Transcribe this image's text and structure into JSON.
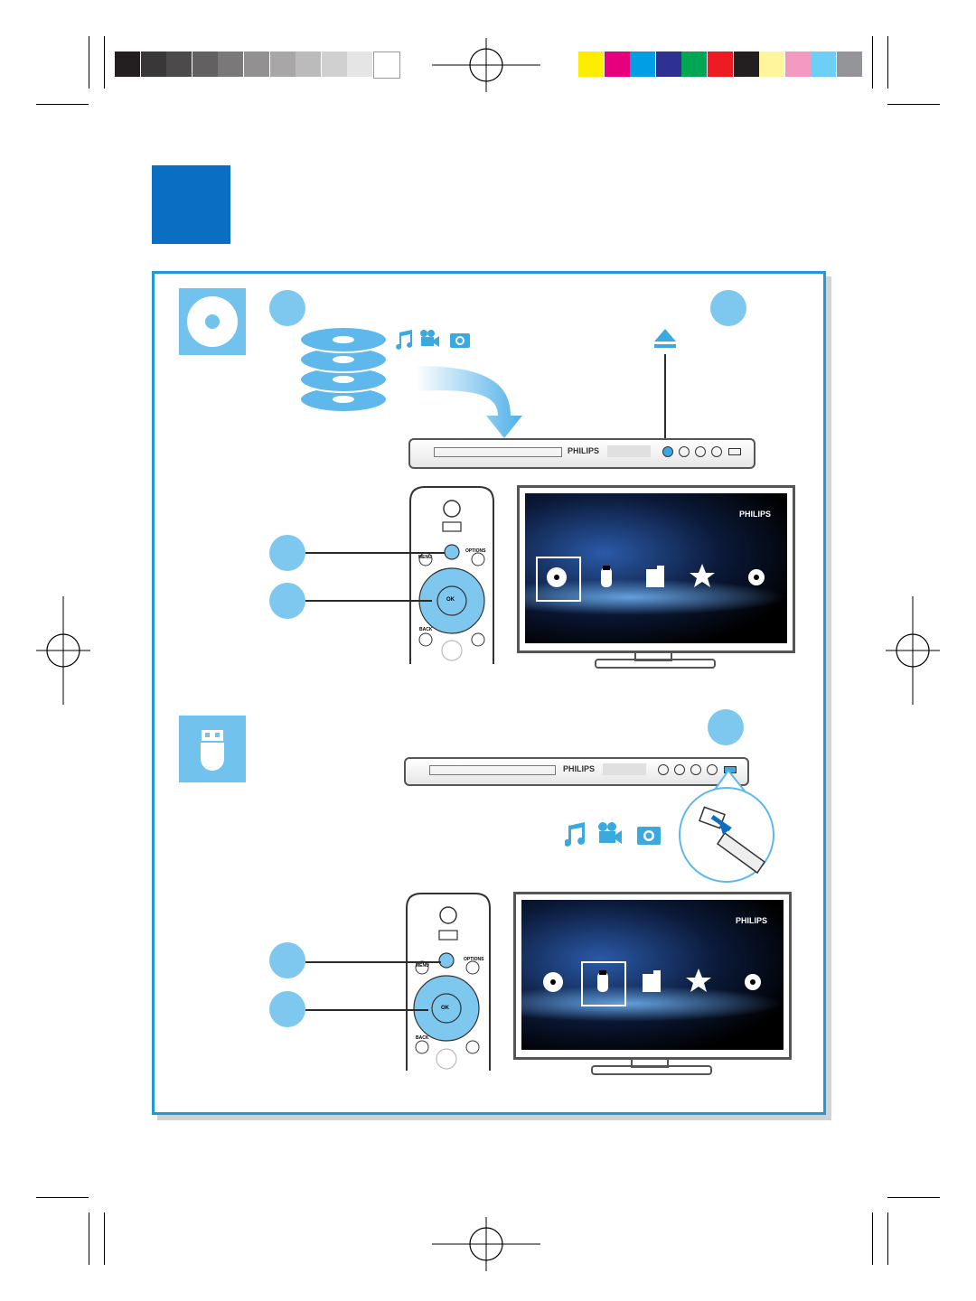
{
  "colors": {
    "accent": "#0a6fc2",
    "frame": "#1f9ad6",
    "badge": "#7ec8ef",
    "icon_bg": "#71c3ee",
    "media_icon": "#3aa9e0"
  },
  "color_bar": [
    "#ffed00",
    "#e6007e",
    "#009fe3",
    "#2e3192",
    "#00a651",
    "#ed1c24",
    "#231f20",
    "#fff59d",
    "#f49ac1",
    "#6dcff6",
    "#939598"
  ],
  "gray_bar": [
    "#231f20",
    "#3a3738",
    "#4d4a4b",
    "#636062",
    "#7b7879",
    "#929091",
    "#a8a6a7",
    "#bcbbbb",
    "#d1d0d0",
    "#e6e5e5",
    "#ffffff"
  ],
  "sections": [
    {
      "icon": "disc-icon",
      "media_icons": [
        "music-note-icon",
        "video-camera-icon",
        "photo-camera-icon"
      ],
      "player": {
        "brand": "PHILIPS",
        "highlight": "eject-button"
      },
      "remote": {
        "menu": "MENU",
        "options": "OPTIONS",
        "ok": "OK",
        "back": "BACK"
      },
      "tv": {
        "brand": "PHILIPS",
        "selected": "disc"
      }
    },
    {
      "icon": "usb-icon",
      "media_icons": [
        "music-note-icon",
        "video-camera-icon",
        "photo-camera-icon"
      ],
      "player": {
        "brand": "PHILIPS",
        "highlight": "usb-port"
      },
      "remote": {
        "menu": "MENU",
        "options": "OPTIONS",
        "ok": "OK",
        "back": "BACK"
      },
      "tv": {
        "brand": "PHILIPS",
        "selected": "usb"
      }
    }
  ],
  "tv_menu_icons": [
    "disc-icon",
    "usb-icon",
    "folder-icon",
    "star-icon",
    "gear-icon"
  ]
}
